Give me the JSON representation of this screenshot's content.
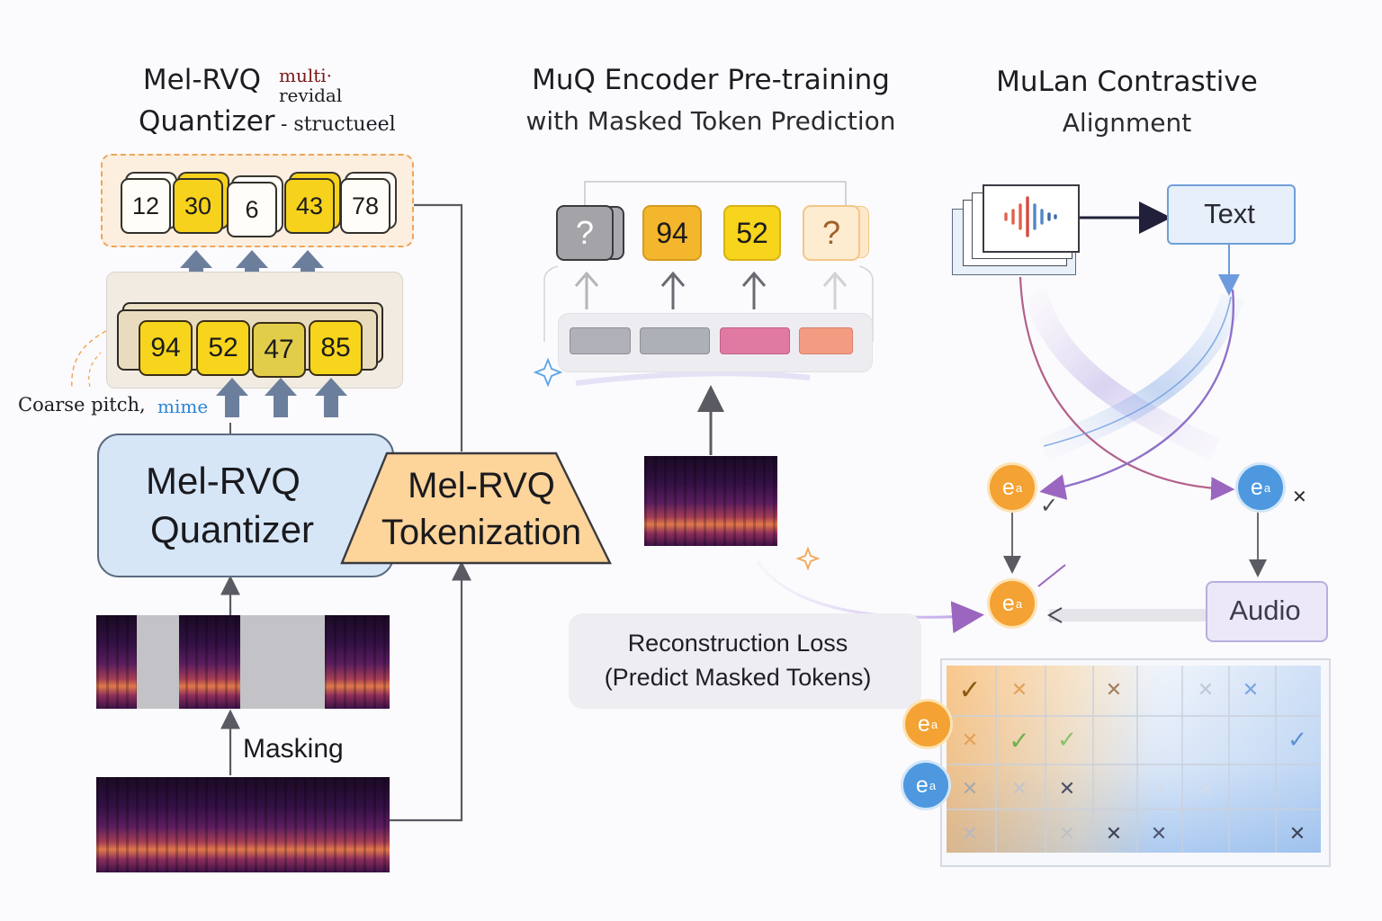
{
  "left_title": {
    "line1": "Mel-RVQ",
    "line2": "Quantizer"
  },
  "handwritten": {
    "note1": "multi·",
    "note2": "revidal",
    "note3": "- structueel",
    "coarse": "Coarse pitch,",
    "mime": "mime"
  },
  "codebook_top": [
    "12",
    "30",
    "6",
    "43",
    "78"
  ],
  "codebook_mid": [
    "94",
    "52",
    "47",
    "85"
  ],
  "quantizer_box": {
    "line1": "Mel-RVQ",
    "line2": "Quantizer"
  },
  "tokenization_box": {
    "line1": "Mel-RVQ",
    "line2": "Tokenization"
  },
  "masking_label": "Masking",
  "middle_title": {
    "line1": "MuQ Encoder Pre-training",
    "line2": "with Masked Token Prediction"
  },
  "prediction_tokens": [
    "?",
    "94",
    "52",
    "?"
  ],
  "loss": {
    "line1": "Reconstruction Loss",
    "line2": "(Predict Masked Tokens)"
  },
  "right_title": {
    "line1": "MuLan Contrastive",
    "line2": "Alignment"
  },
  "text_box": "Text",
  "audio_box": "Audio",
  "embedding": {
    "base": "e",
    "sub": "a"
  },
  "matrix_marks": {
    "checks": "✓",
    "cross": "✕"
  },
  "colors": {
    "token_yellow": "#f6d21c",
    "quantizer_blue": "#d6e6f7",
    "tokenization_orange": "#fdd49a",
    "emb_orange": "#f3a233",
    "emb_blue": "#4d98df",
    "audio_purple": "#ece8f8"
  }
}
